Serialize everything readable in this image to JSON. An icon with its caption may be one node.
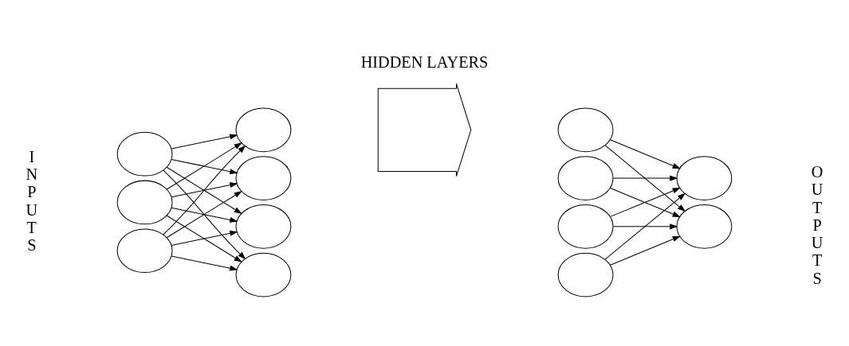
{
  "diagram": {
    "nodes": [
      {
        "text": [],
        "shape": "circle"
      },
      {
        "text": [],
        "shape": "circle"
      },
      {
        "text": [],
        "shape": "circle"
      },
      {
        "text": [],
        "shape": "circle"
      },
      {
        "text": [],
        "shape": "circle"
      },
      {
        "text": [],
        "shape": "circle"
      },
      {
        "text": [],
        "shape": "circle"
      },
      {
        "text": [],
        "shape": "arrow"
      },
      {
        "text": [],
        "shape": "circle"
      },
      {
        "text": [],
        "shape": "circle"
      },
      {
        "text": [],
        "shape": "circle"
      },
      {
        "text": [],
        "shape": "circle"
      },
      {
        "text": [],
        "shape": "circle"
      },
      {
        "text": [],
        "shape": "circle"
      }
    ],
    "edges": [
      {
        "from": 0,
        "to": 3,
        "arrow": "to"
      },
      {
        "from": 0,
        "to": 4,
        "arrow": "to"
      },
      {
        "from": 0,
        "to": 5,
        "arrow": "to"
      },
      {
        "from": 0,
        "to": 6,
        "arrow": "to"
      },
      {
        "from": 1,
        "to": 3,
        "arrow": "to"
      },
      {
        "from": 1,
        "to": 4,
        "arrow": "to"
      },
      {
        "from": 1,
        "to": 5,
        "arrow": "to"
      },
      {
        "from": 1,
        "to": 6,
        "arrow": "to"
      },
      {
        "from": 2,
        "to": 3,
        "arrow": "to"
      },
      {
        "from": 2,
        "to": 4,
        "arrow": "to"
      },
      {
        "from": 2,
        "to": 5,
        "arrow": "to"
      },
      {
        "from": 2,
        "to": 6,
        "arrow": "to"
      },
      {
        "from": 8,
        "to": 12,
        "arrow": "to"
      },
      {
        "from": 8,
        "to": 13,
        "arrow": "to"
      },
      {
        "from": 9,
        "to": 12,
        "arrow": "to"
      },
      {
        "from": 9,
        "to": 13,
        "arrow": "to"
      },
      {
        "from": 10,
        "to": 12,
        "arrow": "to"
      },
      {
        "from": 10,
        "to": 13,
        "arrow": "to"
      },
      {
        "from": 11,
        "to": 12,
        "arrow": "to"
      },
      {
        "from": 11,
        "to": 13,
        "arrow": "to"
      }
    ],
    "labels": [
      "I N P U T S",
      "O U T P U T S",
      "HIDDEN LAYERS"
    ]
  }
}
